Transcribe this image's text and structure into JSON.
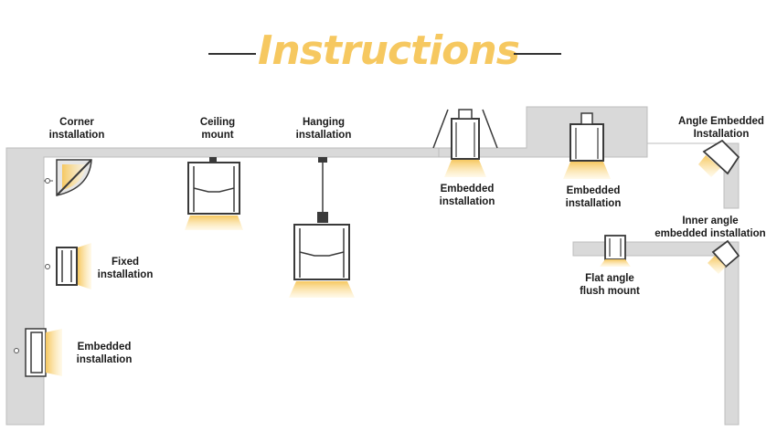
{
  "title": "Instructions",
  "labels": {
    "corner": [
      "Corner",
      "installation"
    ],
    "ceiling": [
      "Ceiling",
      "mount"
    ],
    "hanging": [
      "Hanging",
      "installation"
    ],
    "embedded_ceiling_1": [
      "Embedded",
      "installation"
    ],
    "embedded_ceiling_2": [
      "Embedded",
      "installation"
    ],
    "angle_embedded": [
      "Angle Embedded",
      "Installation"
    ],
    "fixed": [
      "Fixed",
      "installation"
    ],
    "embedded_wall": [
      "Embedded",
      "installation"
    ],
    "inner_angle": [
      "Inner angle",
      "embedded installation"
    ],
    "flat_angle": [
      "Flat angle",
      "flush mount"
    ]
  },
  "colors": {
    "wall": "#d9d9d9",
    "wall_edge": "#bdbdbd",
    "profile": "#3a3a3a",
    "light": "#f6c860",
    "title": "#f6c860"
  }
}
